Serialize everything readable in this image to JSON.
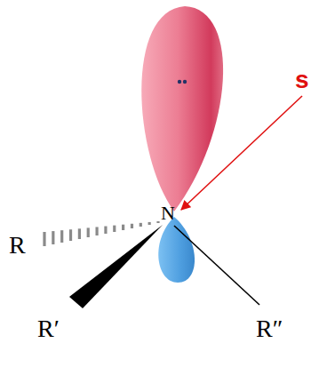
{
  "diagram": {
    "labels": [
      "N",
      "R",
      "R′",
      "R″",
      "s"
    ]
  }
}
